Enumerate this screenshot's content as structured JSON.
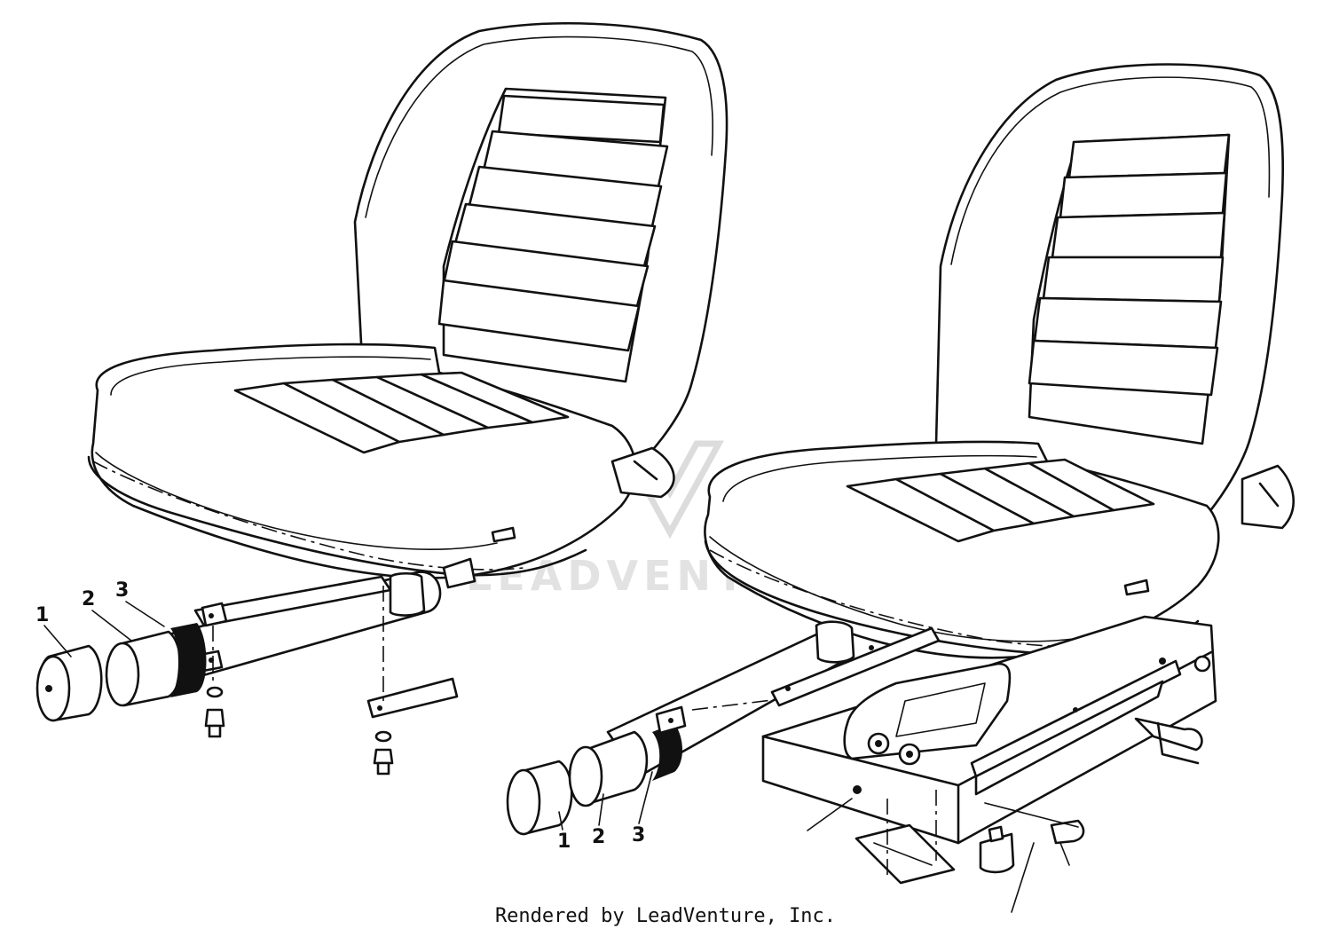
{
  "watermark": {
    "text": "LEADVENTURE"
  },
  "left_assembly": {
    "callouts": [
      "1",
      "2",
      "3"
    ]
  },
  "right_assembly": {
    "callouts": [
      "1",
      "2",
      "3"
    ]
  },
  "footer": {
    "text": "Rendered by LeadVenture, Inc."
  }
}
